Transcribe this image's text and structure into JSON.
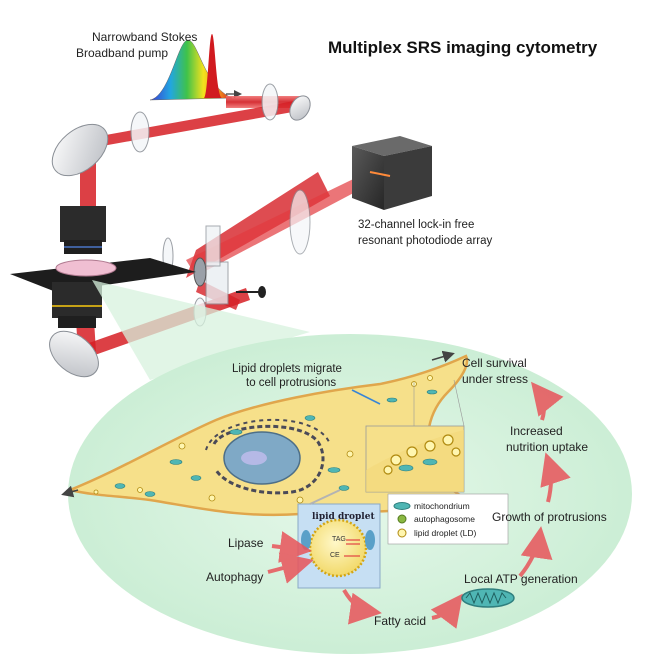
{
  "title": "Multiplex SRS imaging cytometry",
  "optics": {
    "stokes_label": "Narrowband Stokes",
    "pump_label": "Broadband pump",
    "array_label_1": "32-channel lock-in free",
    "array_label_2": "resonant photodiode array"
  },
  "cell": {
    "migrate_label_1": "Lipid droplets migrate",
    "migrate_label_2": "to cell protrusions",
    "lipid_droplet_title": "lipid droplet",
    "tag_label": "TAG",
    "ce_label": "CE",
    "legend": {
      "mitochondrium": "mitochondrium",
      "autophagosome": "autophagosome",
      "lipid_droplet": "lipid droplet (LD)"
    }
  },
  "pathway": {
    "lipase": "Lipase",
    "autophagy": "Autophagy",
    "fatty_acid": "Fatty acid",
    "atp": "Local ATP generation",
    "growth": "Growth of protrusions",
    "nutrition_1": "Increased",
    "nutrition_2": "nutrition uptake",
    "survival_1": "Cell survival",
    "survival_2": "under stress"
  },
  "colors": {
    "laser": "#e0242a",
    "cell_body": "#f6e08a",
    "bubble": "#d7f2de",
    "arrow": "#e8545a",
    "mito": "#4fb6b4",
    "nucleus": "#7fa9c6"
  }
}
